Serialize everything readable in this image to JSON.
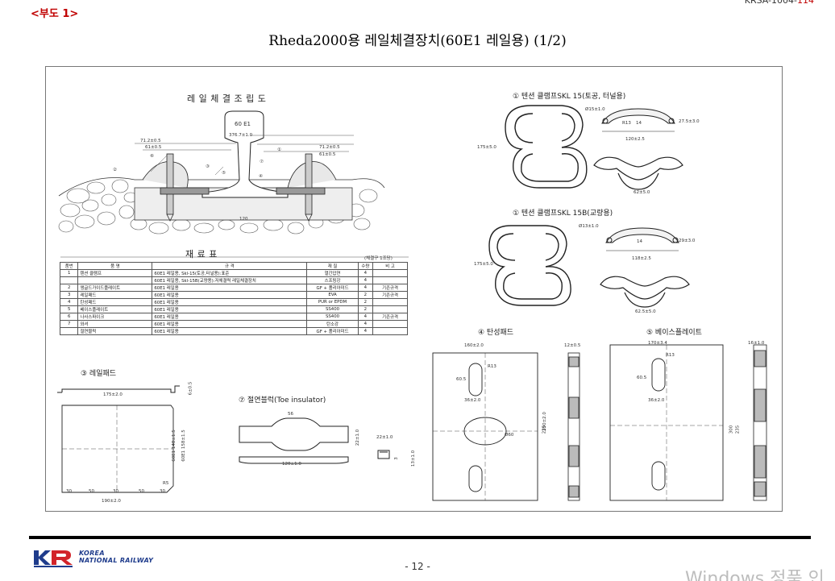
{
  "header": {
    "annex": "<부도 1>",
    "doc_id": "KRSA-1004-",
    "doc_id_highlight": "114"
  },
  "title": "Rheda2000용 레일체결장치(60E1 레일용) (1/2)",
  "drawing": {
    "assembly_title": "레 일 체 결 조 립 도",
    "rail_label": "60 E1",
    "assembly_dims": [
      "376.7±1.0",
      "71.2±0.5",
      "61±0.5",
      "71.2±0.5",
      "61±0.5",
      "120"
    ],
    "assembly_callouts": [
      "①",
      "②",
      "③",
      "④",
      "⑤",
      "⑥",
      "⑦"
    ],
    "material_title": "재 료 표",
    "material_note": "(체결구 1조당)",
    "clamp15_title": "① 텐션 클램프SKL 15(토공, 터널용)",
    "clamp15_dims": [
      "Ø15±1.0",
      "R13",
      "14",
      "120±2.5",
      "27.5±3.0",
      "175±5.0",
      "62±5.0"
    ],
    "clamp15b_title": "① 텐션 클램프SKL 15B(교량용)",
    "clamp15b_dims": [
      "Ø13±1.0",
      "14",
      "118±2.5",
      "29±3.0",
      "175±5.0",
      "62.5±5.0"
    ],
    "elastic_pad_title": "④ 탄성패드",
    "elastic_pad_dims": [
      "160±2.0",
      "12±0.5",
      "60.5",
      "R13",
      "36±2.0",
      "Ø60",
      "290±2.0",
      "235"
    ],
    "base_plate_title": "⑤ 베이스플레이트",
    "base_plate_dims": [
      "170±3.4",
      "16±1.0",
      "R13",
      "60.5",
      "36±2.0",
      "300",
      "235"
    ],
    "rail_pad_title": "③ 레일패드",
    "rail_pad_dims": [
      "175±2.0",
      "6±0.5",
      "60E1 148±1.5",
      "60E1 158±1.5",
      "30",
      "50",
      "30",
      "50",
      "30",
      "190±2.0",
      "R5"
    ],
    "toe_title": "⑦ 절연블럭(Toe insulator)",
    "toe_dims": [
      "56",
      "120±1.0",
      "22±1.0",
      "22±1.0",
      "13±1.0",
      "3"
    ]
  },
  "materials": {
    "headers": [
      "품번",
      "품 명",
      "규 격",
      "재 질",
      "수량",
      "비 고"
    ],
    "rows": [
      {
        "no": "1",
        "name": "텐션 클램프",
        "spec": "60E1 레일용, Skl-15(토공,터널용):표준",
        "material": "열간압연",
        "qty": "4",
        "note": ""
      },
      {
        "no": "",
        "name": "",
        "spec": "60E1 레일용, Skl-15B(교량용):저체결력 레일체결장치",
        "material": "스프링강",
        "qty": "4",
        "note": ""
      },
      {
        "no": "2",
        "name": "앵글드가이드플레이트",
        "spec": "60E1 레일용",
        "material": "GF + 폴리아미드",
        "qty": "4",
        "note": "기존규격"
      },
      {
        "no": "3",
        "name": "레일패드",
        "spec": "60E1 레일용",
        "material": "EVA",
        "qty": "2",
        "note": "기존규격"
      },
      {
        "no": "4",
        "name": "탄성패드",
        "spec": "60E1 레일용",
        "material": "PUR or EPDM",
        "qty": "2",
        "note": ""
      },
      {
        "no": "5",
        "name": "베이스플레이트",
        "spec": "60E1 레일용",
        "material": "SS400",
        "qty": "2",
        "note": ""
      },
      {
        "no": "6",
        "name": "나사스파이크",
        "spec": "60E1 레일용",
        "material": "SS400",
        "qty": "4",
        "note": "기존규격"
      },
      {
        "no": "7",
        "name": "와셔",
        "spec": "60E1 레일용",
        "material": "탄소강",
        "qty": "4",
        "note": ""
      },
      {
        "no": "",
        "name": "절연블럭",
        "spec": "60E1 레일용",
        "material": "GF + 폴리아미드",
        "qty": "4",
        "note": ""
      }
    ]
  },
  "footer": {
    "logo_line1": "KOREA",
    "logo_line2": "NATIONAL RAILWAY",
    "page": "- 12 -"
  },
  "watermark": "Windows 정품 인"
}
